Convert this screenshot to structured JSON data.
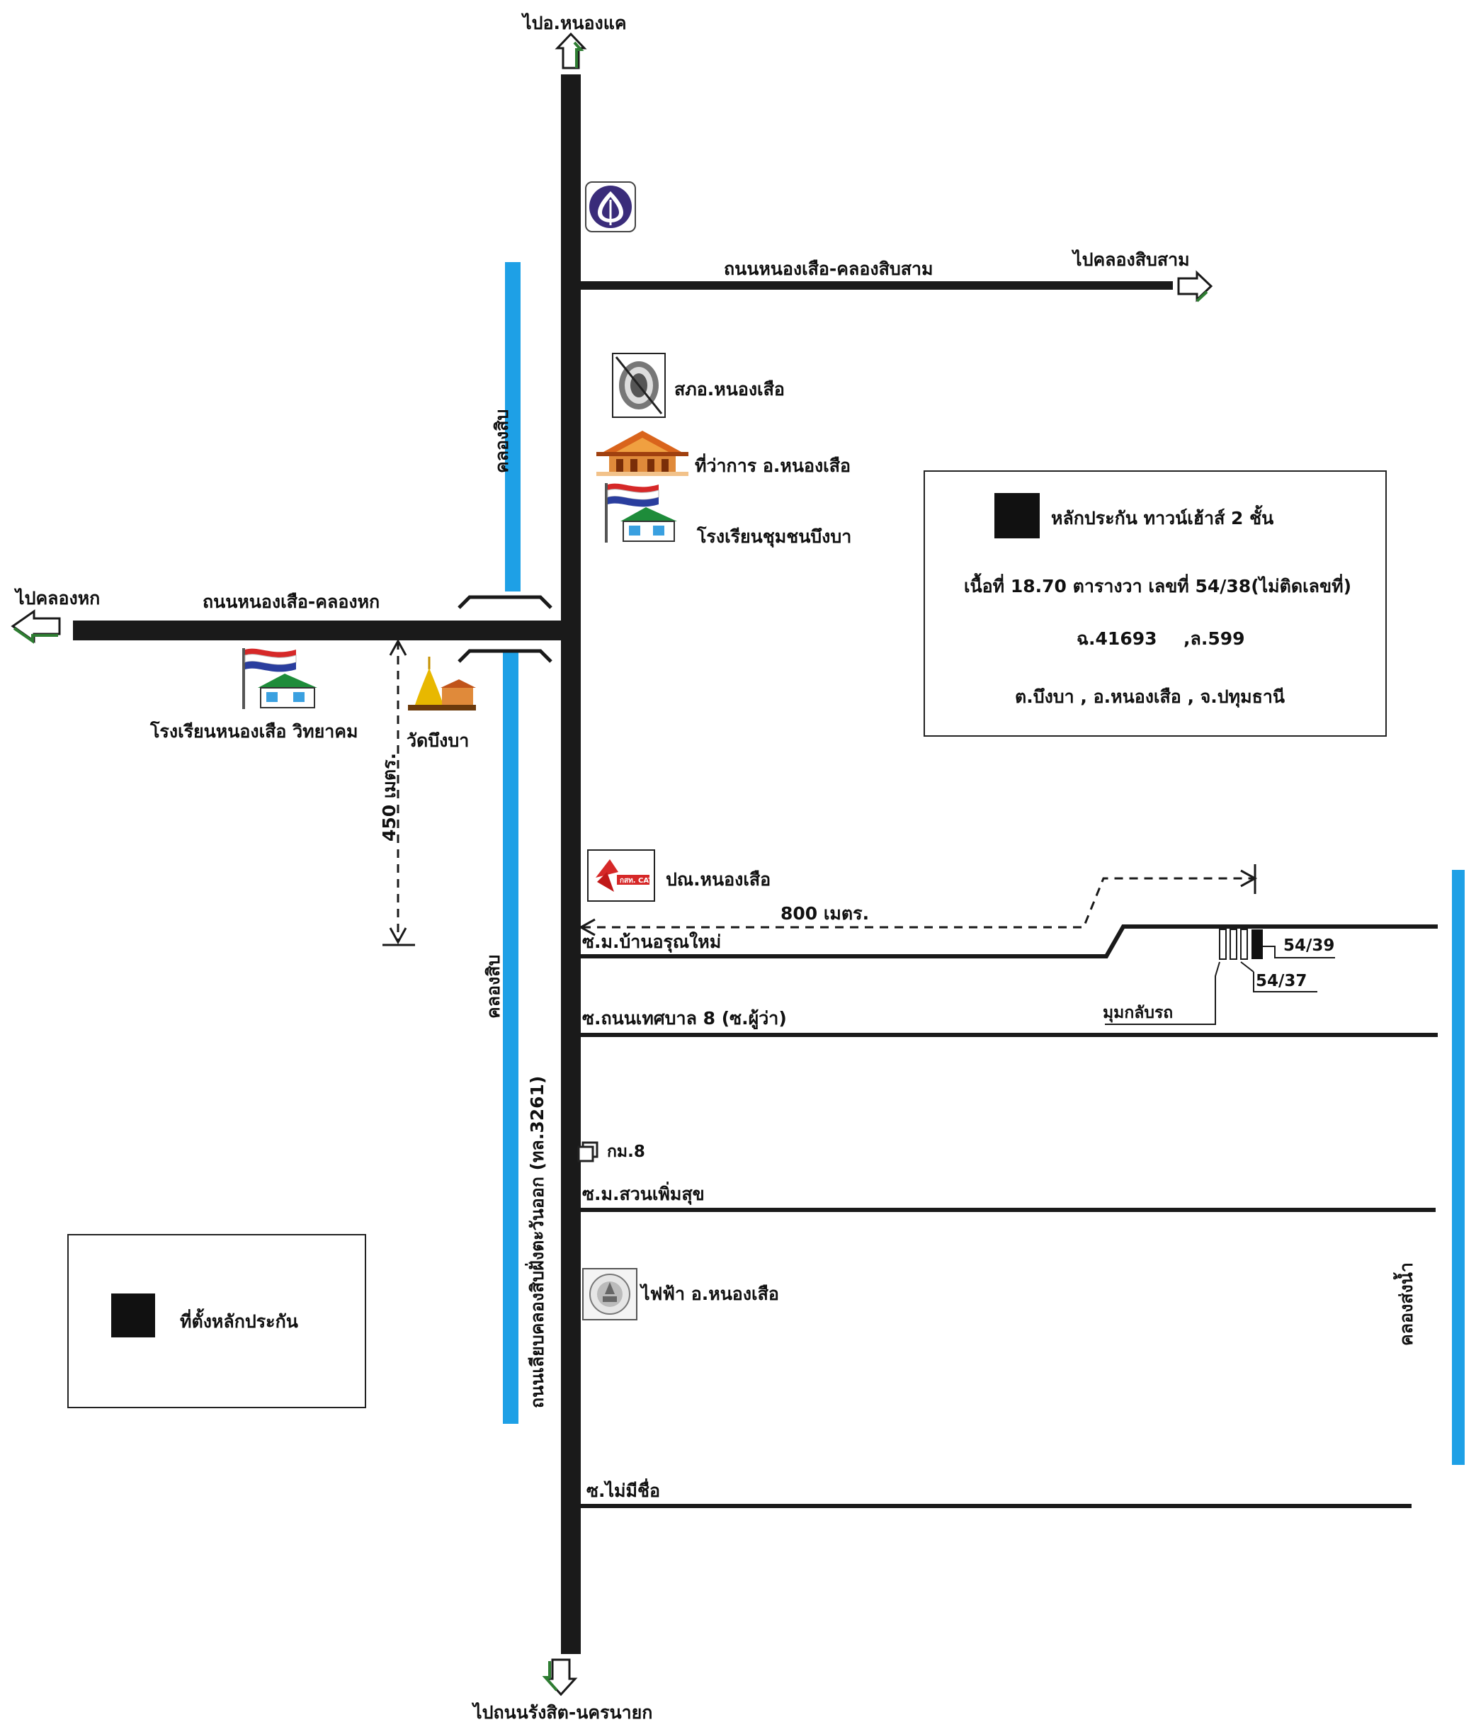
{
  "directions": {
    "north": "ไปอ.หนองแค",
    "south": "ไปถนนรังสิต-นครนายก",
    "east_upper": "ไปคลองสิบสาม",
    "west": "ไปคลองหก"
  },
  "roads": {
    "upper_east": "ถนนหนองเสือ-คลองสิบสาม",
    "west": "ถนนหนองเสือ-คลองหก",
    "main": "ถนนเลียบคลองสิบฝั่งตะวันออก (ทล.3261)",
    "soi_1": "ซ.ม.บ้านอรุณใหม่",
    "soi_2": "ซ.ถนนเทศบาล 8 (ซ.ผู้ว่า)",
    "soi_3": "ซ.ม.สวนเพิ่มสุข",
    "soi_4": "ซ.ไม่มีชื่อ"
  },
  "canals": {
    "upper": "คลองสิบ",
    "lower": "คลองสิบ",
    "east": "คลองส่งน้ำ"
  },
  "landmarks": {
    "police": "สภอ.หนองเสือ",
    "district_office": "ที่ว่าการ อ.หนองเสือ",
    "school_east": "โรงเรียนชุมชนบึงบา",
    "school_west": "โรงเรียนหนองเสือ วิทยาคม",
    "temple": "วัดบึงบา",
    "post_office": "ปณ.หนองเสือ",
    "km_marker": "กม.8",
    "electricity": "ไฟฟ้า อ.หนองเสือ",
    "cat_logo": "กสท. CAT"
  },
  "distances": {
    "vertical": "450 เมตร.",
    "horizontal": "800 เมตร."
  },
  "property": {
    "plot_right": "54/39",
    "plot_left": "54/37",
    "corner_note": "มุมกลับรถ"
  },
  "info_box": {
    "line1": "หลักประกัน ทาวน์เฮ้าส์ 2 ชั้น",
    "line2": "เนื้อที่ 18.70 ตารางวา เลขที่ 54/38(ไม่ติดเลขที่)",
    "line3a": "ฉ.41693",
    "line3b": ",ล.599",
    "line4": "ต.บึงบา , อ.หนองเสือ , จ.ปทุมธานี"
  },
  "legend": {
    "label": "ที่ตั้งหลักประกัน"
  },
  "colors": {
    "road": "#1a1a1a",
    "canal": "#1ea0e6",
    "arrow_green": "#2e7d32"
  }
}
